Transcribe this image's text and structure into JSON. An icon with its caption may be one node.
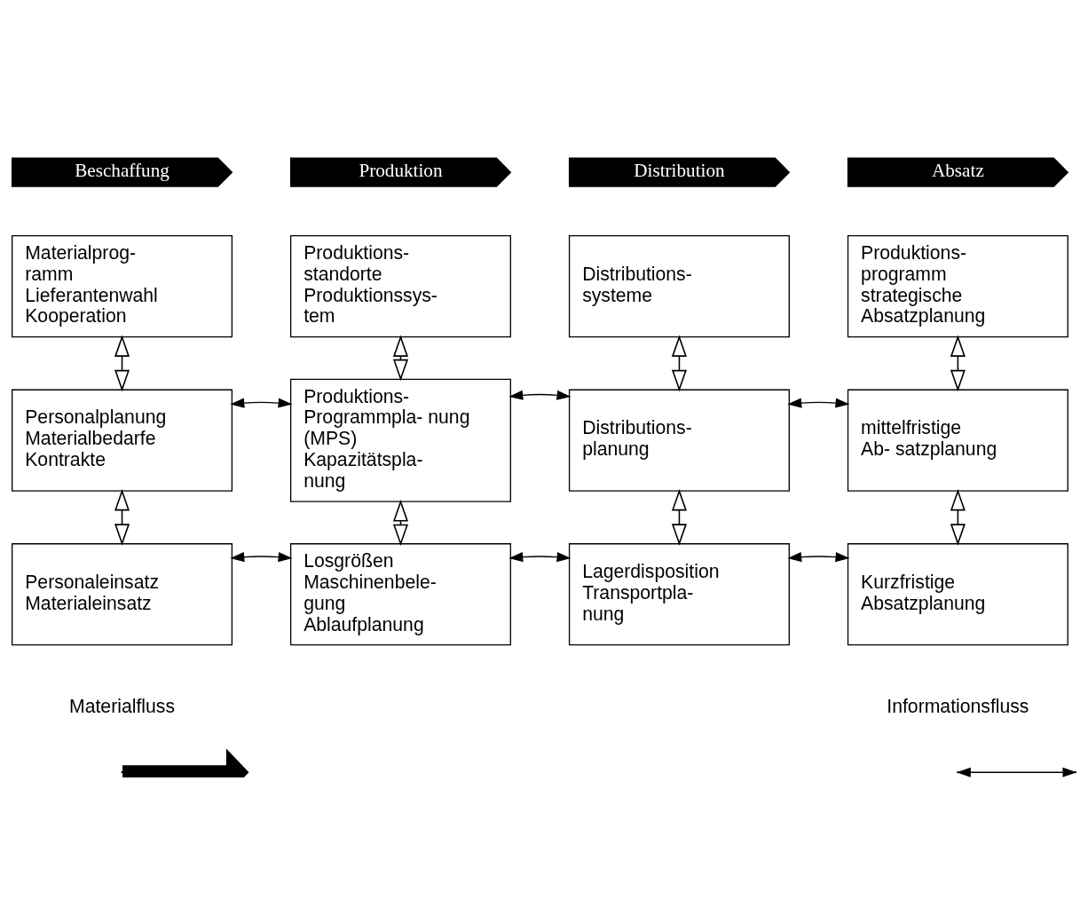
{
  "diagram": {
    "nodes": [
      {
        "text": [
          "Beschaffung"
        ]
      },
      {
        "text": [
          "Produktion"
        ]
      },
      {
        "text": [
          "Distribution"
        ]
      },
      {
        "text": [
          "Absatz"
        ]
      },
      {
        "text": [
          "Materialprog- ramm",
          "Lieferantenwahl",
          "Kooperation"
        ]
      },
      {
        "text": [
          "Produktions- standorte",
          "Produktionssys- tem"
        ]
      },
      {
        "text": [
          "Distributions- systeme"
        ]
      },
      {
        "text": [
          "Produktions- programm",
          "strategische Absatzplanung"
        ]
      },
      {
        "text": [
          "Personalplanung",
          "Materialbedarfe",
          "Kontrakte"
        ]
      },
      {
        "text": [
          "Produktions- Programmpla- nung (MPS)",
          "Kapazitätspla- nung"
        ]
      },
      {
        "text": [
          "Distributions- planung"
        ]
      },
      {
        "text": [
          "mittelfristige Ab- satzplanung"
        ]
      },
      {
        "text": [
          "Personaleinsatz",
          "Materialeinsatz"
        ]
      },
      {
        "text": [
          "Losgrößen",
          "Maschinenbele- gung",
          "Ablaufplanung"
        ]
      },
      {
        "text": [
          "Lagerdisposition",
          "Transportpla- nung"
        ]
      },
      {
        "text": [
          "Kurzfristige Absatzplanung"
        ]
      }
    ],
    "edges": [
      {
        "from": 4,
        "to": 8,
        "arrow": "both"
      },
      {
        "from": 8,
        "to": 12,
        "arrow": "both"
      },
      {
        "from": 5,
        "to": 9,
        "arrow": "both"
      },
      {
        "from": 9,
        "to": 13,
        "arrow": "both"
      },
      {
        "from": 6,
        "to": 10,
        "arrow": "both"
      },
      {
        "from": 10,
        "to": 14,
        "arrow": "both"
      },
      {
        "from": 7,
        "to": 11,
        "arrow": "both"
      },
      {
        "from": 11,
        "to": 15,
        "arrow": "both"
      },
      {
        "from": 8,
        "to": 9,
        "arrow": "both"
      },
      {
        "from": 9,
        "to": 10,
        "arrow": "both"
      },
      {
        "from": 10,
        "to": 11,
        "arrow": "both"
      },
      {
        "from": 12,
        "to": 13,
        "arrow": "both"
      },
      {
        "from": 13,
        "to": 14,
        "arrow": "both"
      },
      {
        "from": 14,
        "to": 15,
        "arrow": "both"
      }
    ],
    "legend": [
      {
        "text": "Materialfluss"
      },
      {
        "text": "Informationsfluss"
      }
    ]
  }
}
